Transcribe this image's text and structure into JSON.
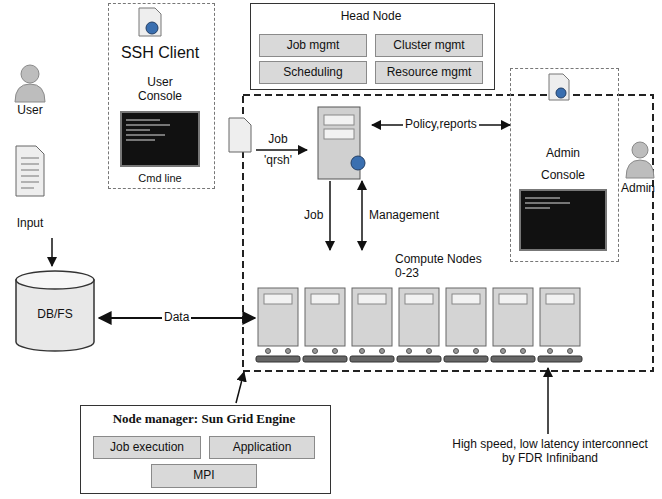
{
  "diagram": {
    "nodes": [
      {
        "text": [
          "SSH Client",
          "User Console",
          "Cmd line"
        ]
      },
      {
        "text": [
          "Head Node"
        ]
      },
      {
        "text": [
          "Job mgmt"
        ],
        "in": 1
      },
      {
        "text": [
          "Cluster mgmt"
        ],
        "in": 1
      },
      {
        "text": [
          "Scheduling"
        ],
        "in": 1
      },
      {
        "text": [
          "Resource mgmt"
        ],
        "in": 1
      },
      {
        "text": []
      },
      {
        "text": [
          "Admin",
          "Console"
        ]
      },
      {
        "text": [
          "DB/FS"
        ]
      },
      {
        "text": [
          "Compute Nodes 0-23"
        ]
      },
      {
        "text": [
          "Node manager: Sun Grid Engine"
        ]
      },
      {
        "text": [
          "Job execution"
        ],
        "in": 10
      },
      {
        "text": [
          "Application"
        ],
        "in": 10
      },
      {
        "text": [
          "MPI"
        ],
        "in": 10
      }
    ],
    "edges": [
      {
        "from": 6,
        "to": 7,
        "arrow": "both",
        "label": "Policy,reports"
      },
      {
        "from": 6,
        "to": 9,
        "arrow": "to",
        "label": "Job"
      },
      {
        "from": 6,
        "to": 9,
        "arrow": "both",
        "label": "Management"
      },
      {
        "from": 8,
        "to": 9,
        "arrow": "both",
        "label": "Data"
      }
    ],
    "labels": [
      "User",
      "Input",
      "Job",
      "'qrsh'",
      "Admin",
      "High speed, low latency interconnect by FDR Infiniband"
    ]
  }
}
